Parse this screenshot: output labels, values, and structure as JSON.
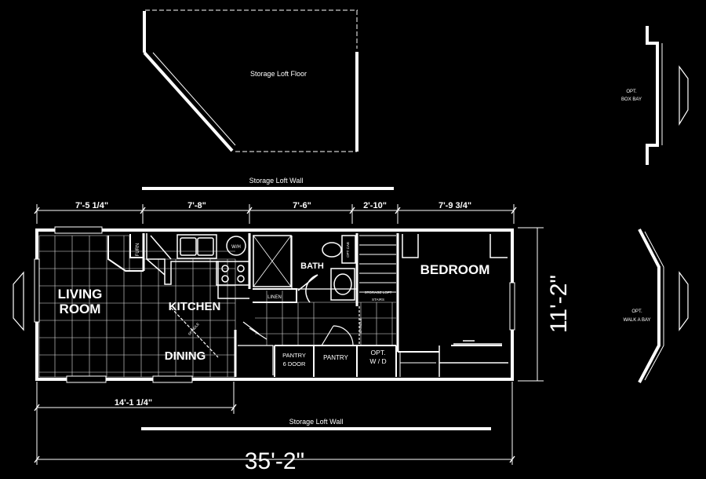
{
  "loft": {
    "floor_label": "Storage Loft Floor",
    "wall_top_label": "Storage Loft Wall",
    "wall_bottom_label": "Storage Loft Wall"
  },
  "dimensions": {
    "seg1": "7'-5 1/4\"",
    "seg2": "7'-8\"",
    "seg3": "7'-6\"",
    "seg4": "2'-10\"",
    "seg5": "7'-9 3/4\"",
    "living_width": "14'-1 1/4\"",
    "total_length": "35'-2\"",
    "total_width": "11'-2\""
  },
  "rooms": {
    "living_line1": "LIVING",
    "living_line2": "ROOM",
    "kitchen": "KITCHEN",
    "dining": "DINING",
    "bath": "BATH",
    "bedroom": "BEDROOM",
    "linen": "LINEN",
    "pantry6_line1": "PANTRY",
    "pantry6_line2": "6 DOOR",
    "pantry": "PANTRY",
    "optwd_line1": "OPT.",
    "optwd_line2": "W / D",
    "furn": "FURN",
    "wh": "W/H",
    "access_panel": "ACCESS PANEL",
    "opt_cab": "OPT CAB",
    "storage_loft": "STORAGE LOFT",
    "stairs": "STAIRS",
    "spindle_left": "SPINDLE",
    "spindle_right": "SPINDLE"
  },
  "options": {
    "box_bay_line1": "OPT.",
    "box_bay_line2": "BOX BAY",
    "walk_bay_line1": "OPT.",
    "walk_bay_line2": "WALK A BAY"
  }
}
